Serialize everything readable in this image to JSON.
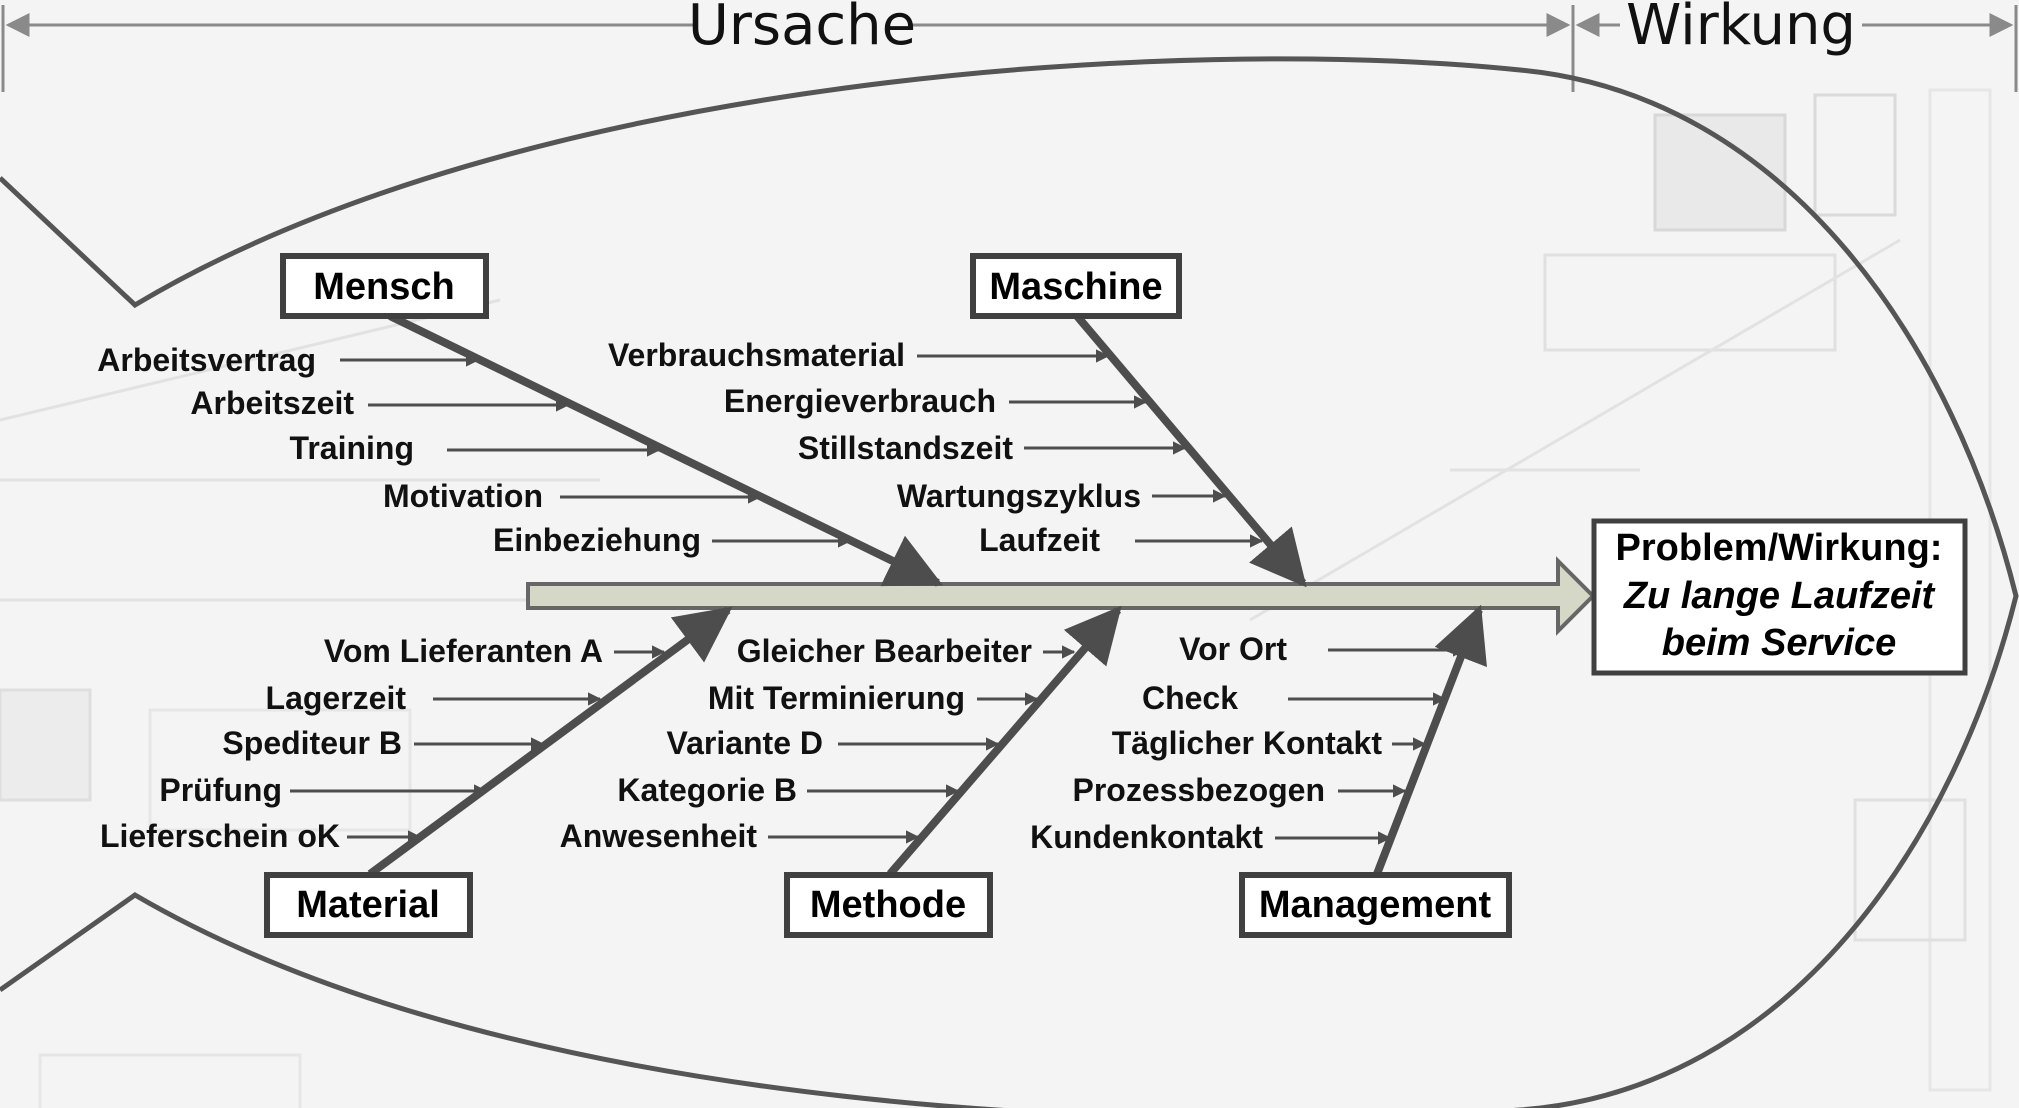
{
  "header": {
    "cause_label": "Ursache",
    "effect_label": "Wirkung"
  },
  "effect": {
    "title": "Problem/Wirkung:",
    "line1": "Zu lange Laufzeit",
    "line2": "beim Service"
  },
  "categories": {
    "mensch": {
      "label": "Mensch",
      "causes": [
        "Arbeitsvertrag",
        "Arbeitszeit",
        "Training",
        "Motivation",
        "Einbeziehung"
      ]
    },
    "maschine": {
      "label": "Maschine",
      "causes": [
        "Verbrauchsmaterial",
        "Energieverbrauch",
        "Stillstandszeit",
        "Wartungszyklus",
        "Laufzeit"
      ]
    },
    "material": {
      "label": "Material",
      "causes": [
        "Vom Lieferanten A",
        "Lagerzeit",
        "Spediteur B",
        "Prüfung",
        "Lieferschein oK"
      ]
    },
    "methode": {
      "label": "Methode",
      "causes": [
        "Gleicher Bearbeiter",
        "Mit Terminierung",
        "Variante D",
        "Kategorie B",
        "Anwesenheit"
      ]
    },
    "management": {
      "label": "Management",
      "causes": [
        "Vor Ort",
        "Check",
        "Täglicher Kontakt",
        "Prozessbezogen",
        "Kundenkontakt"
      ]
    }
  },
  "colors": {
    "spine_fill": "#d5d8c6",
    "line": "#4d4d4d",
    "box_border": "#404040"
  }
}
